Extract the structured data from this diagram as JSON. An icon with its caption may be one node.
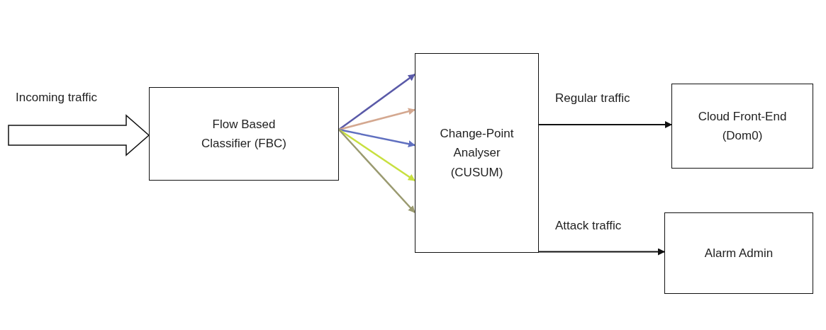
{
  "diagram": {
    "nodes": [
      {
        "text": [
          "Flow Based Classifier (FBC)"
        ]
      },
      {
        "text": [
          "Change-Point Analyser (CUSUM)"
        ]
      },
      {
        "text": [
          "Cloud Front-End (Dom0)"
        ]
      },
      {
        "text": [
          "Alarm Admin"
        ]
      }
    ],
    "edges": [
      {
        "from": null,
        "to": 0,
        "arrow": "to",
        "label": "Incoming traffic",
        "style": "thick"
      },
      {
        "from": 0,
        "to": 1,
        "arrow": "to",
        "color": "#5a5aa8"
      },
      {
        "from": 0,
        "to": 1,
        "arrow": "to",
        "color": "#d4a890"
      },
      {
        "from": 0,
        "to": 1,
        "arrow": "to",
        "color": "#6070c0"
      },
      {
        "from": 0,
        "to": 1,
        "arrow": "to",
        "color": "#c8e040"
      },
      {
        "from": 0,
        "to": 1,
        "arrow": "to",
        "color": "#9a9a70"
      },
      {
        "from": 1,
        "to": 2,
        "arrow": "to",
        "label": "Regular traffic"
      },
      {
        "from": 1,
        "to": 3,
        "arrow": "to",
        "label": "Attack traffic"
      }
    ]
  }
}
